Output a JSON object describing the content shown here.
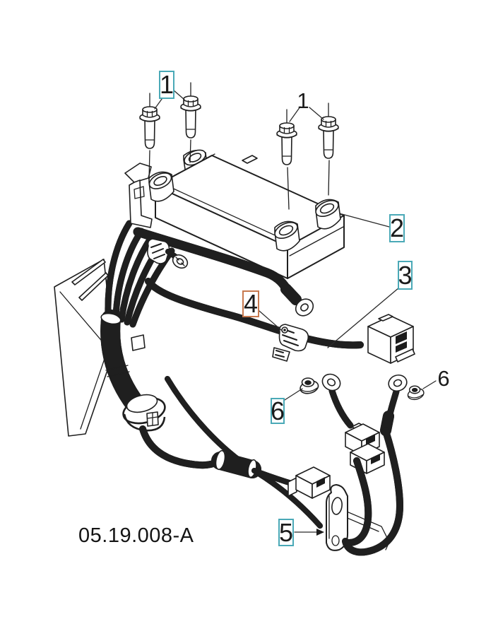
{
  "diagram": {
    "part_code": "05.19.008-A",
    "callouts": [
      {
        "id": "1a",
        "label": "1",
        "boxed": true,
        "border_color": "teal"
      },
      {
        "id": "1b",
        "label": "1",
        "boxed": false,
        "border_color": "none"
      },
      {
        "id": "2",
        "label": "2",
        "boxed": true,
        "border_color": "teal"
      },
      {
        "id": "3",
        "label": "3",
        "boxed": true,
        "border_color": "teal"
      },
      {
        "id": "4",
        "label": "4",
        "boxed": true,
        "border_color": "orange"
      },
      {
        "id": "5",
        "label": "5",
        "boxed": true,
        "border_color": "teal"
      },
      {
        "id": "6a",
        "label": "6",
        "boxed": true,
        "border_color": "teal"
      },
      {
        "id": "6b",
        "label": "6",
        "boxed": false,
        "border_color": "none"
      }
    ],
    "parts_depicted": [
      "flange-bolt",
      "control-module",
      "wiring-harness-connector",
      "cable-clamp",
      "mounting-bracket",
      "flange-nut"
    ],
    "colors": {
      "teal": "#4aa9b7",
      "orange": "#c8794e",
      "line": "#1f1f1f",
      "background": "#ffffff"
    }
  }
}
